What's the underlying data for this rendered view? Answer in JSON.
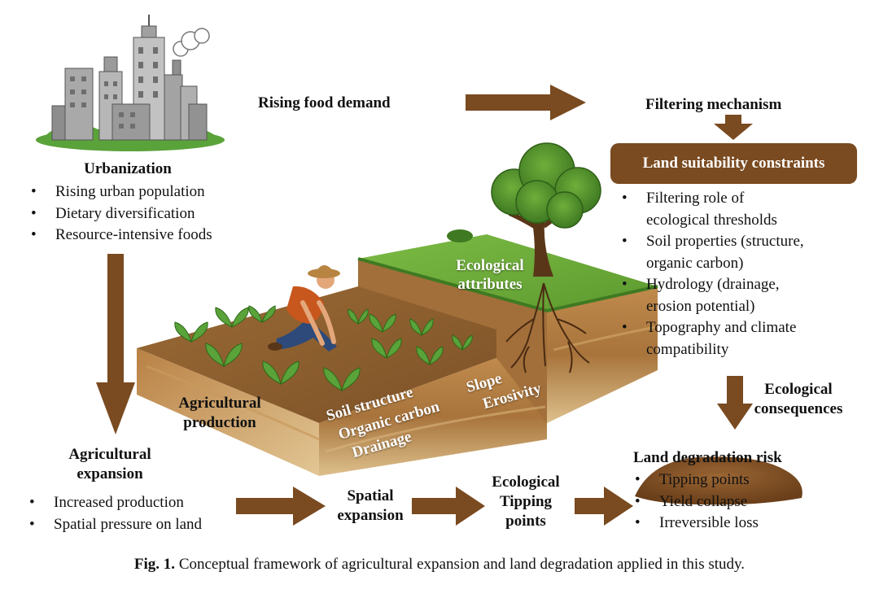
{
  "urbanization": {
    "title": "Urbanization",
    "bullets": [
      "Rising urban population",
      "Dietary diversification",
      "Resource-intensive foods"
    ]
  },
  "food_demand": {
    "label": "Rising food demand"
  },
  "filtering": {
    "label": "Filtering mechanism"
  },
  "land_suitability": {
    "box_label": "Land suitability constraints",
    "bullets": [
      [
        "Filtering role of",
        "ecological thresholds"
      ],
      [
        "Soil properties (structure,",
        "organic carbon)"
      ],
      [
        "Hydrology (drainage,",
        "erosion potential)"
      ],
      [
        "Topography and climate",
        "compatibility"
      ]
    ]
  },
  "ecological_consequences": {
    "line1": "Ecological",
    "line2": "consequences"
  },
  "scene": {
    "ecological_attributes": [
      "Ecological",
      "attributes"
    ],
    "agricultural_production": [
      "Agricultural",
      "production"
    ],
    "soil_labels": [
      "Soil structure",
      "Organic carbon",
      "Drainage"
    ],
    "slope_labels": [
      "Slope",
      "Erosivity"
    ]
  },
  "agricultural_expansion": {
    "title": [
      "Agricultural",
      "expansion"
    ],
    "bullets": [
      "Increased production",
      "Spatial pressure on land"
    ]
  },
  "spatial_expansion": [
    "Spatial",
    "expansion"
  ],
  "tipping": [
    "Ecological",
    "Tipping",
    "points"
  ],
  "land_degradation": {
    "title": "Land degradation risk",
    "bullets": [
      "Tipping points",
      "Yield collapse",
      "Irreversible loss"
    ]
  },
  "caption": {
    "label": "Fig. 1.",
    "text": " Conceptual framework of agricultural expansion and land degradation applied in this study."
  },
  "colors": {
    "arrow": "#7a4a20",
    "box": "#7a4a20",
    "grass": "#6fae3b",
    "soil": "#b57f42",
    "soil_dark": "#8a5a2b"
  },
  "icons": [
    "city-skyline-icon",
    "farmer-icon",
    "tree-icon",
    "crop-plant-icon",
    "soil-mound-icon"
  ]
}
